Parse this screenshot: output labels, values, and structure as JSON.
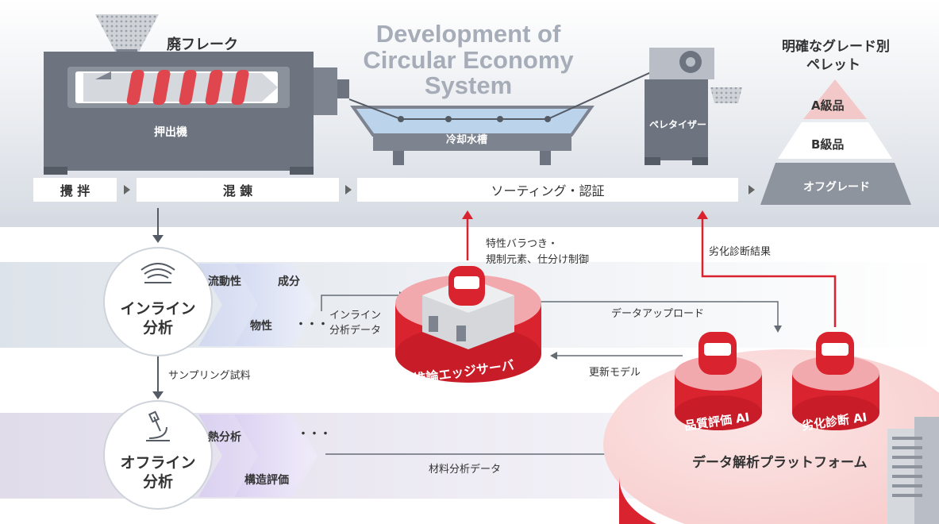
{
  "title": {
    "line1": "Development of",
    "line2": "Circular Economy",
    "line3": "System"
  },
  "machines": {
    "flake": "廃フレーク",
    "extruder": "押出機",
    "cooling": "冷却水槽",
    "pelletizer": "ペレタイザー"
  },
  "pellet_grades": {
    "heading_line1": "明確なグレード別",
    "heading_line2": "ペレット",
    "grade_a": "A級品",
    "grade_b": "B級品",
    "off_grade": "オフグレード"
  },
  "process": {
    "step1": "攪 拌",
    "step2": "混 錬",
    "step3": "ソーティング・認証"
  },
  "inline": {
    "label_line1": "インライン",
    "label_line2": "分析",
    "item1": "流動性",
    "item2": "成分",
    "item3": "物性",
    "more": "・・・",
    "data_line1": "インライン",
    "data_line2": "分析データ"
  },
  "offline": {
    "label_line1": "オフライン",
    "label_line2": "分析",
    "item1": "熱分析",
    "item2": "構造評価",
    "more": "・・・",
    "data": "材料分析データ"
  },
  "sampling": "サンプリング試料",
  "edge": {
    "label": "推論エッジサーバ",
    "note_line1": "特性バラつき・",
    "note_line2": "規制元素、仕分け制御"
  },
  "links": {
    "upload": "データアップロード",
    "update": "更新モデル",
    "degradation_result": "劣化診断結果"
  },
  "platform": {
    "label": "データ解析プラットフォーム",
    "quality_ai": "品質評価 AI",
    "degradation_ai": "劣化診断 AI"
  },
  "colors": {
    "red": "#d9232e",
    "band": "#e6e9ee",
    "band_purple": "#e4e1ee"
  }
}
